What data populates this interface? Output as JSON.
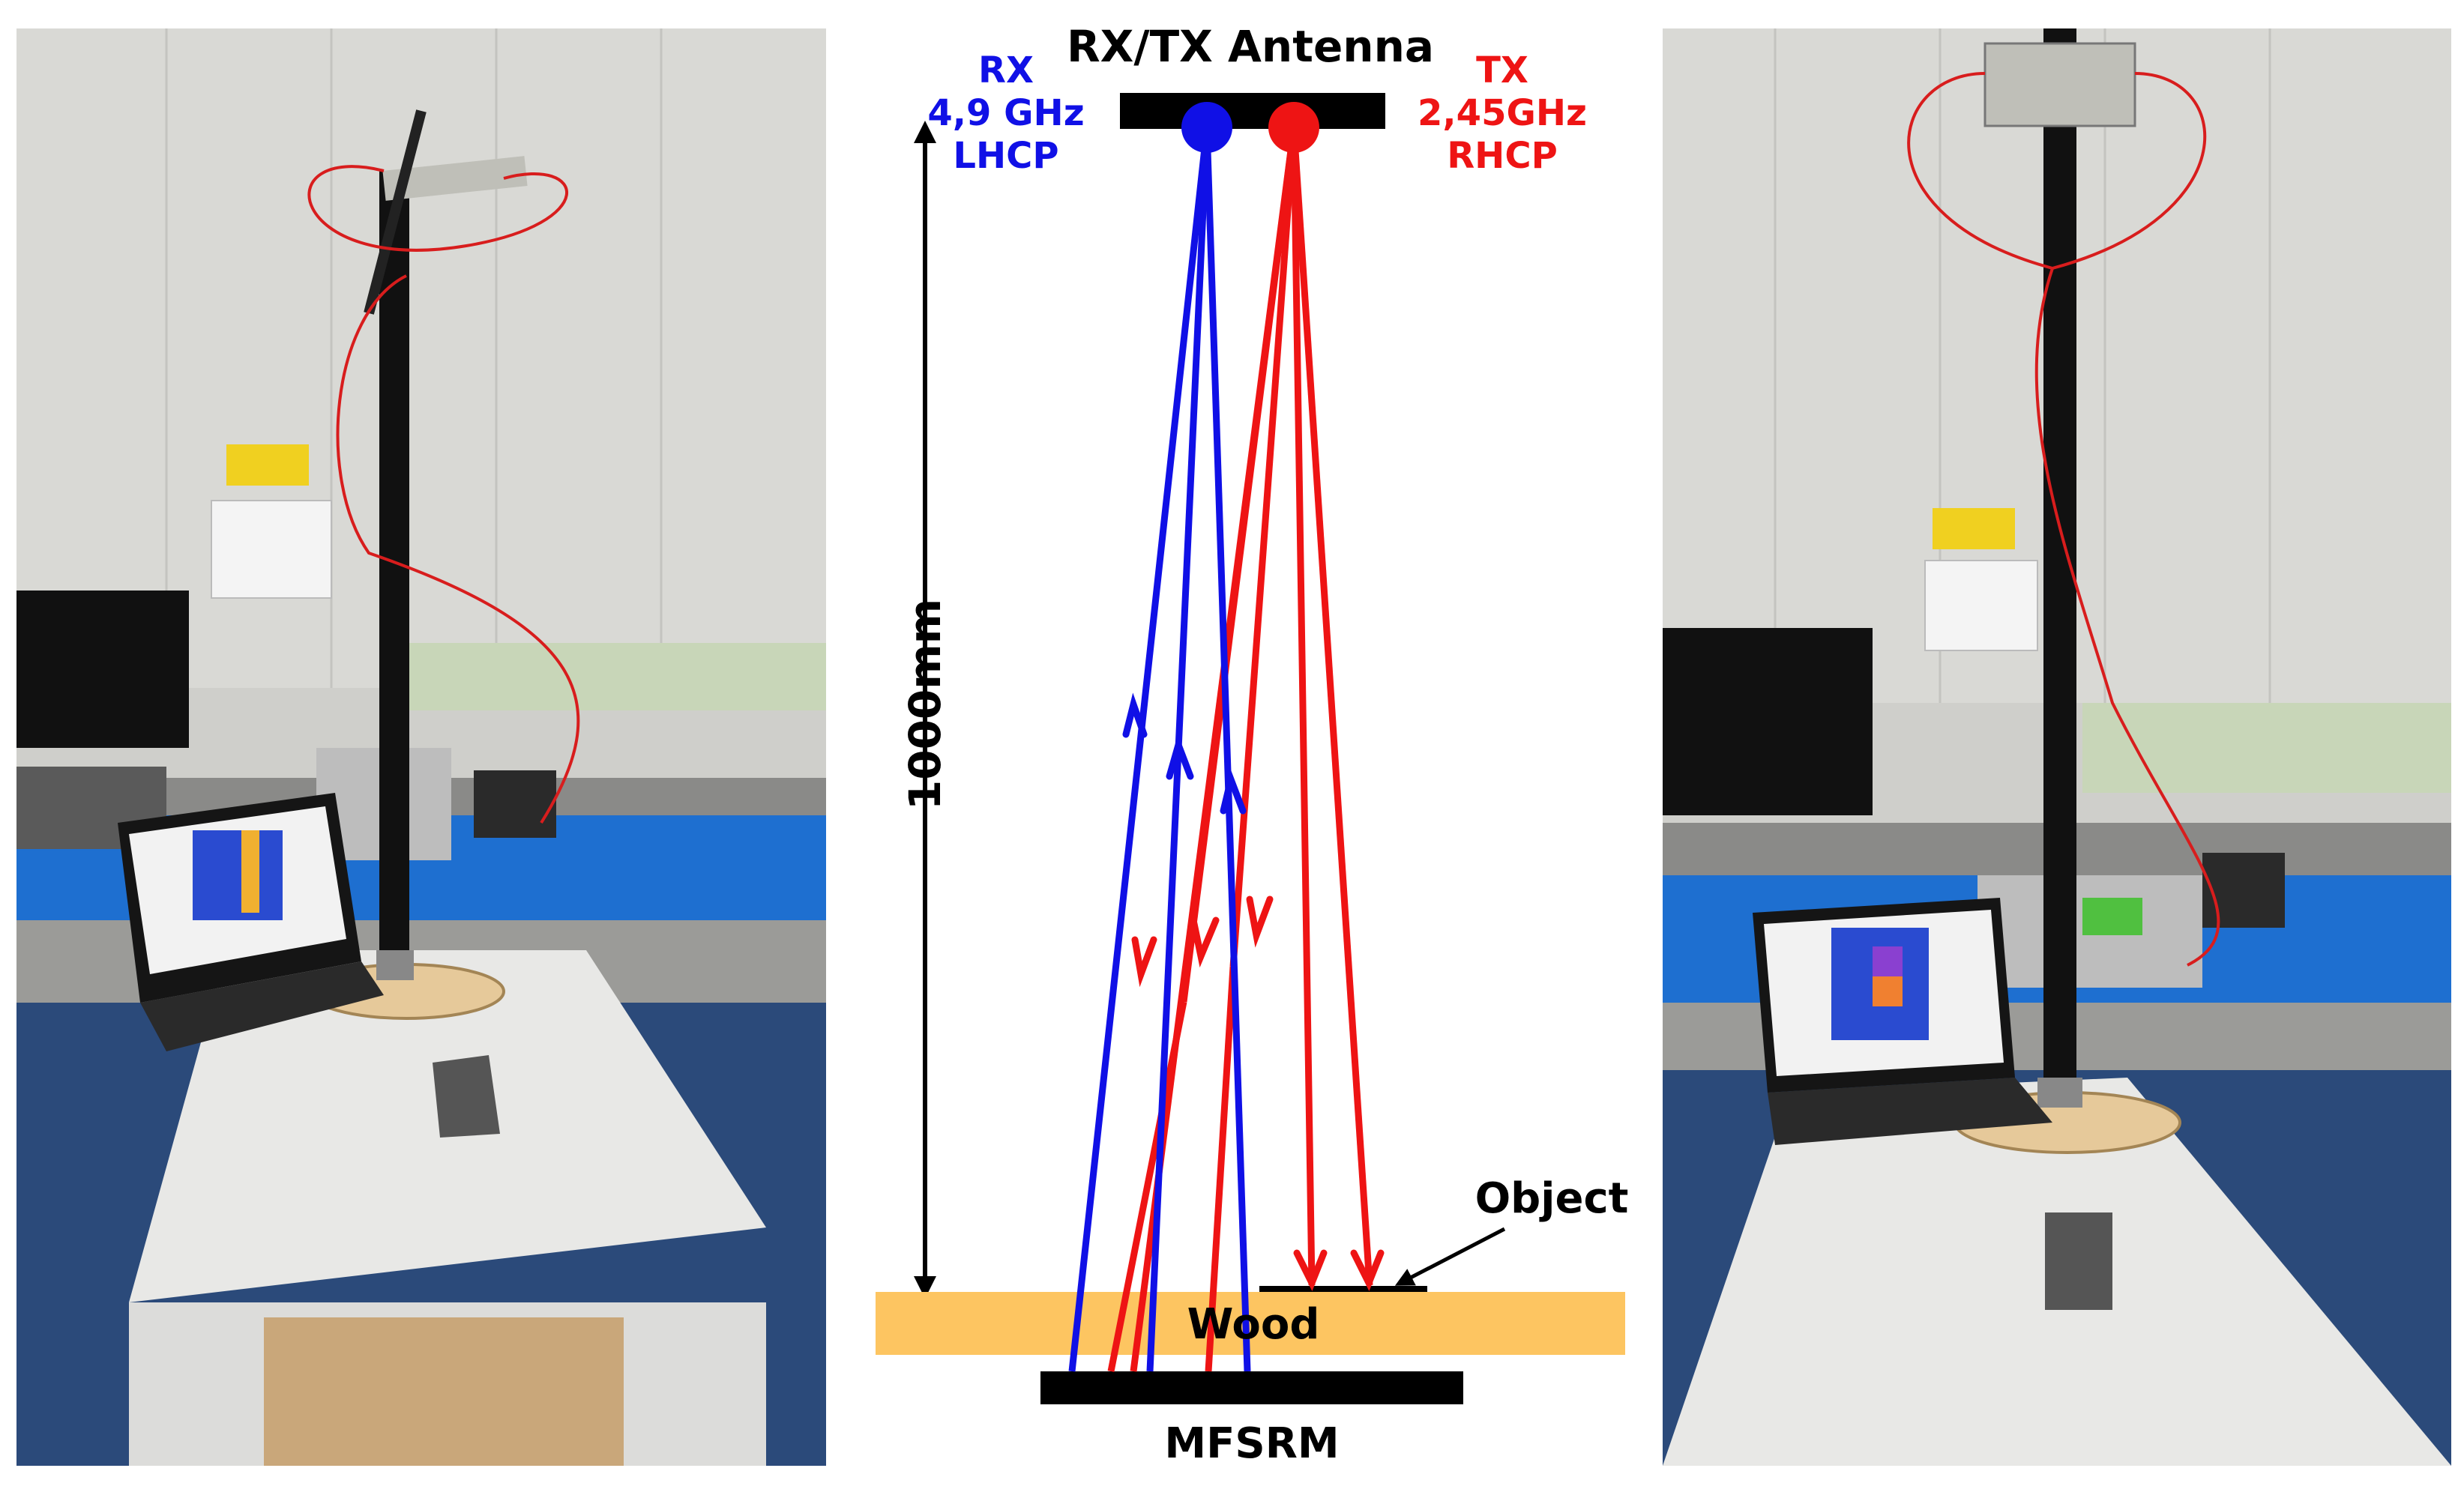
{
  "colors": {
    "rx": "#1010e6",
    "tx": "#ee1414",
    "wood": "#fdc561",
    "black": "#000000",
    "wall": "#d6d6d2",
    "floor": "#2b4a7a",
    "table": "#e8e8e6",
    "bench_top": "#1e6fd0"
  },
  "diagram": {
    "antenna_title": "RX/TX Antenna",
    "rx": {
      "line1": "RX",
      "line2": "4,9 GHz",
      "line3": "LHCP"
    },
    "tx": {
      "line1": "TX",
      "line2": "2,45GHz",
      "line3": "RHCP"
    },
    "distance": "1000mm",
    "object": "Object",
    "wood": "Wood",
    "sensor": "MFSRM"
  },
  "photos": {
    "left": {
      "description_icon": "lab-photo-front-view"
    },
    "right": {
      "description_icon": "lab-photo-side-view"
    }
  }
}
